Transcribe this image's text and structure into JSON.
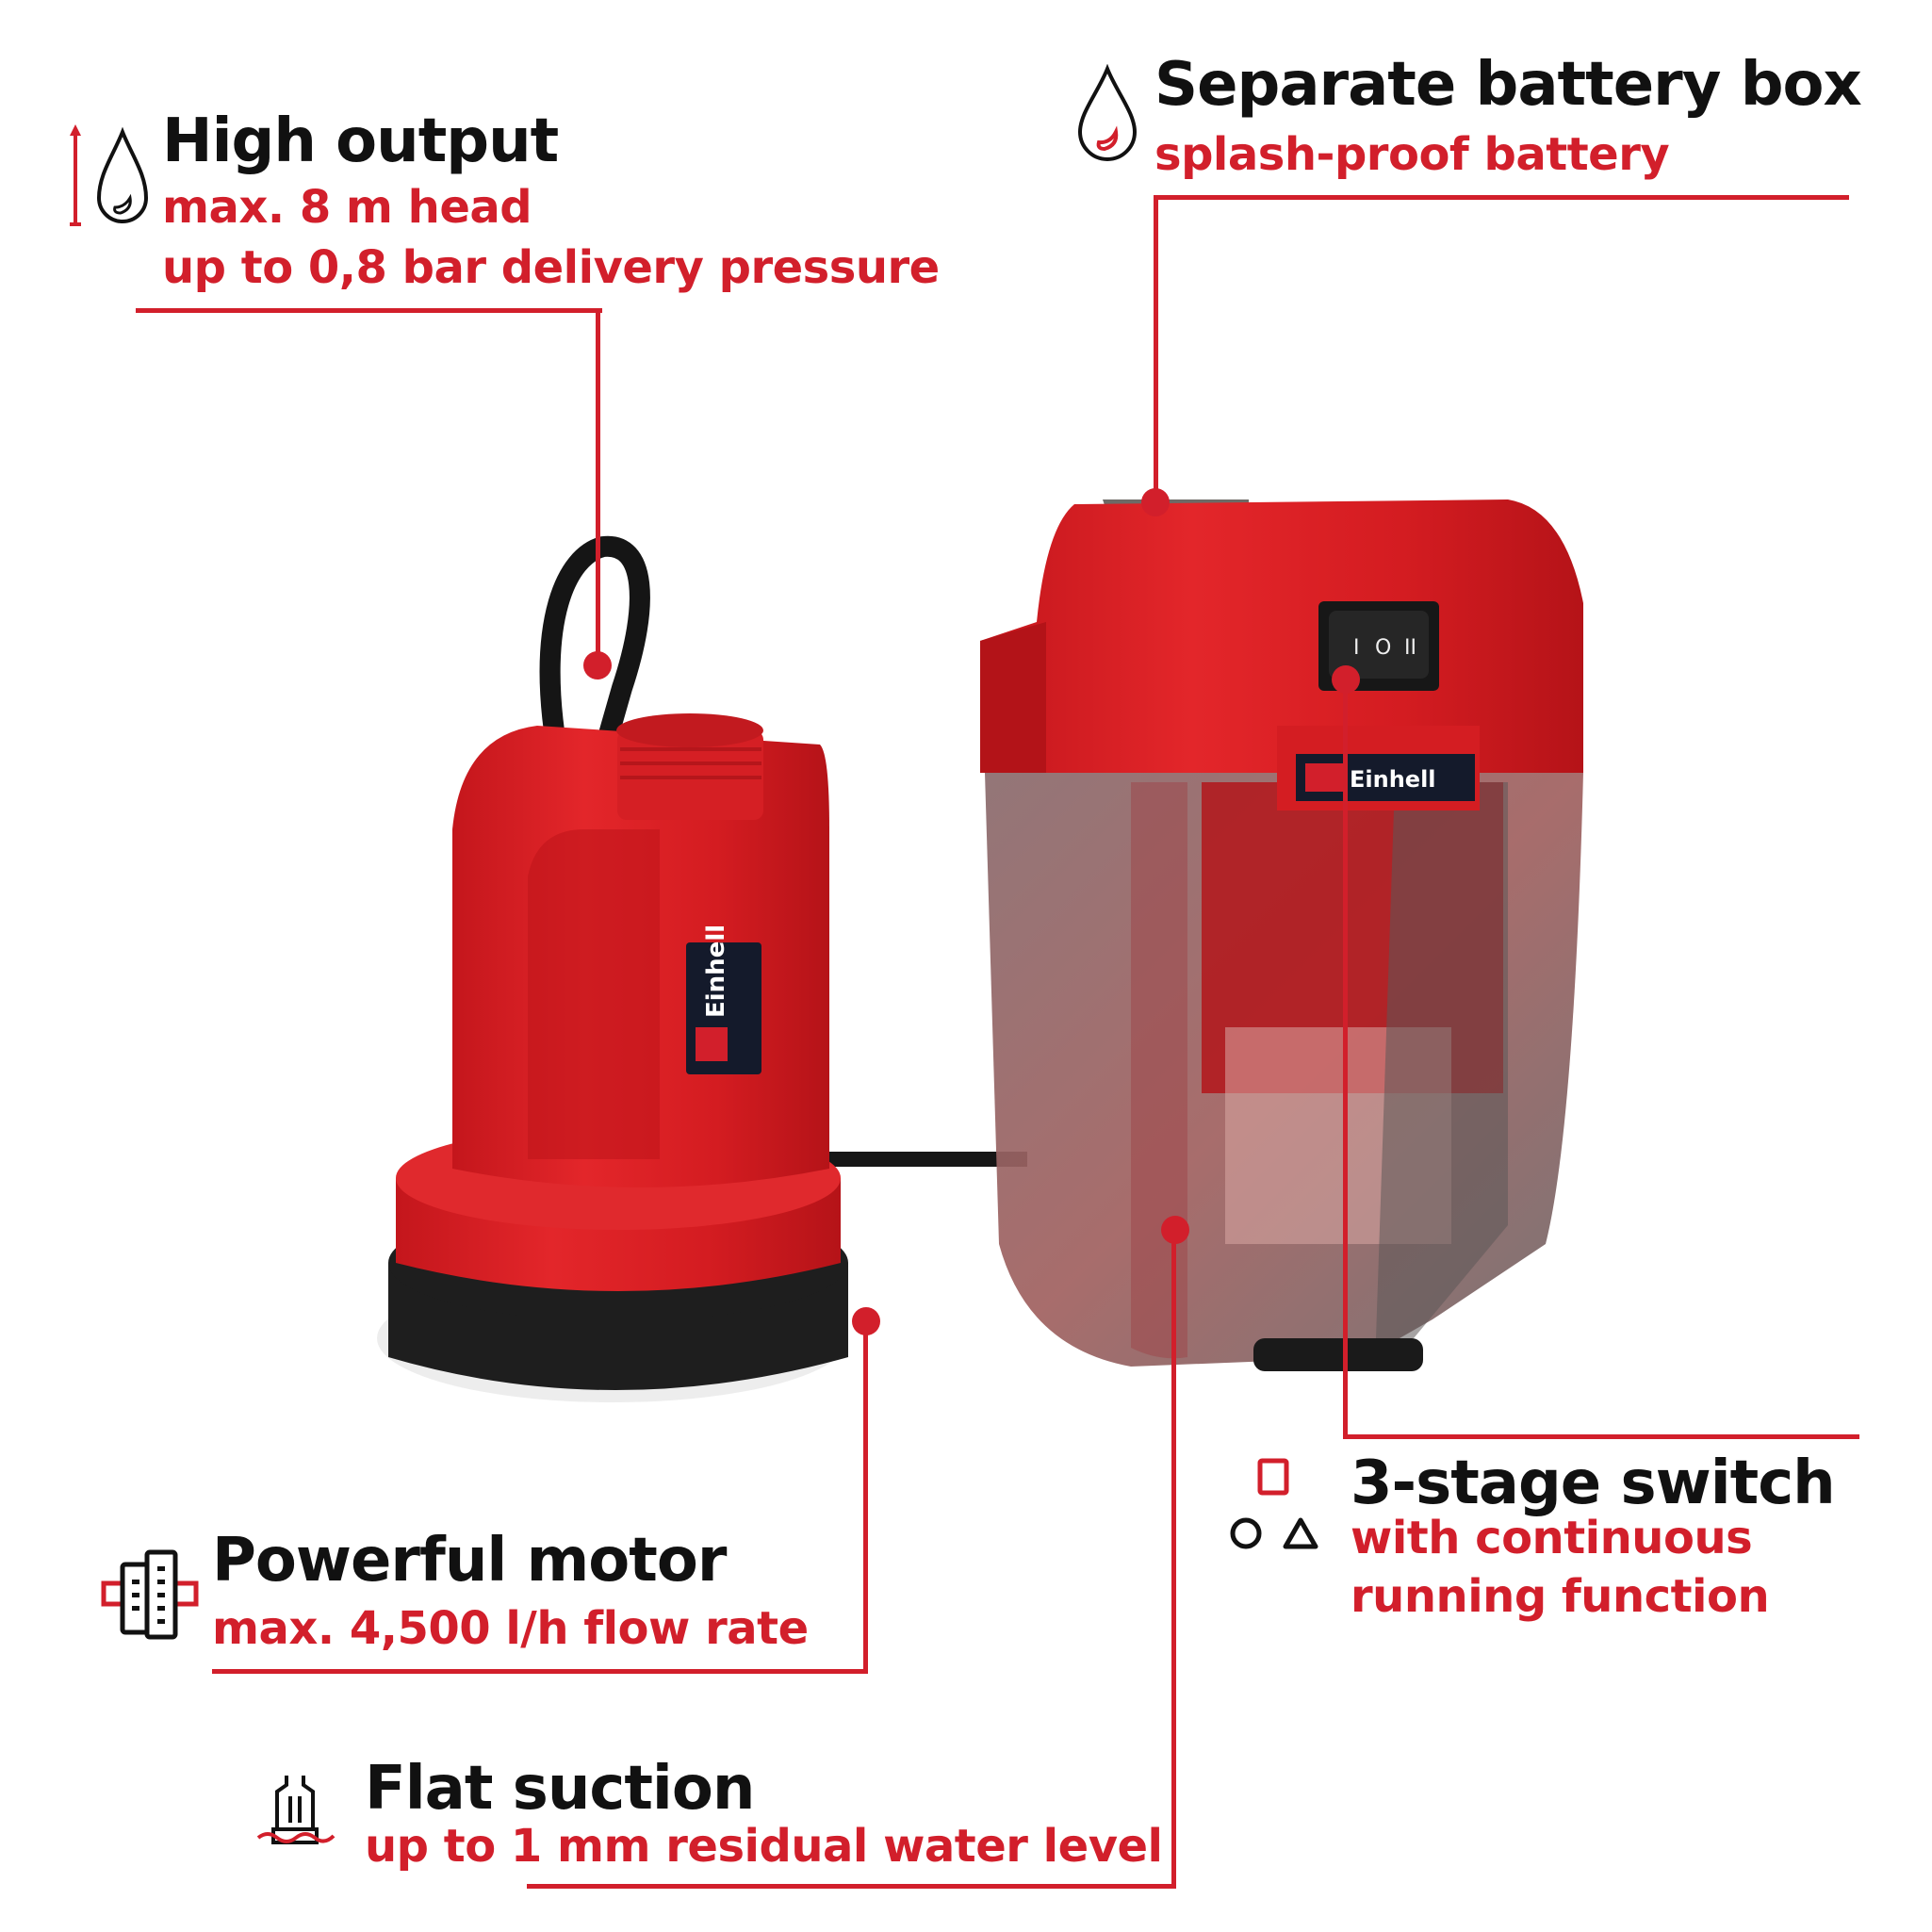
{
  "colors": {
    "accent_red": "#d21f2b",
    "title_black": "#111111",
    "product_red": "#d81e22",
    "base_black": "#1e1e1e",
    "background": "#ffffff"
  },
  "features": {
    "high_output": {
      "icon": "water-drop-height-icon",
      "title": "High output",
      "lines": [
        "max. 8 m head",
        "up to 0,8 bar delivery pressure"
      ]
    },
    "battery_box": {
      "icon": "water-drop-icon",
      "title": "Separate battery box",
      "lines": [
        "splash-proof battery"
      ]
    },
    "switch": {
      "icon": "shapes-square-circle-triangle-icon",
      "title": "3-stage switch",
      "lines": [
        "with continuous",
        "running function"
      ]
    },
    "motor": {
      "icon": "motor-icon",
      "title": "Powerful motor",
      "lines": [
        "max. 4,500 l/h flow rate"
      ]
    },
    "suction": {
      "icon": "flat-suction-pump-icon",
      "title": "Flat suction",
      "lines": [
        "up to 1 mm residual water level"
      ]
    }
  },
  "product": {
    "brand": "Einhell",
    "switch_labels": [
      "I",
      "O",
      "II"
    ]
  }
}
